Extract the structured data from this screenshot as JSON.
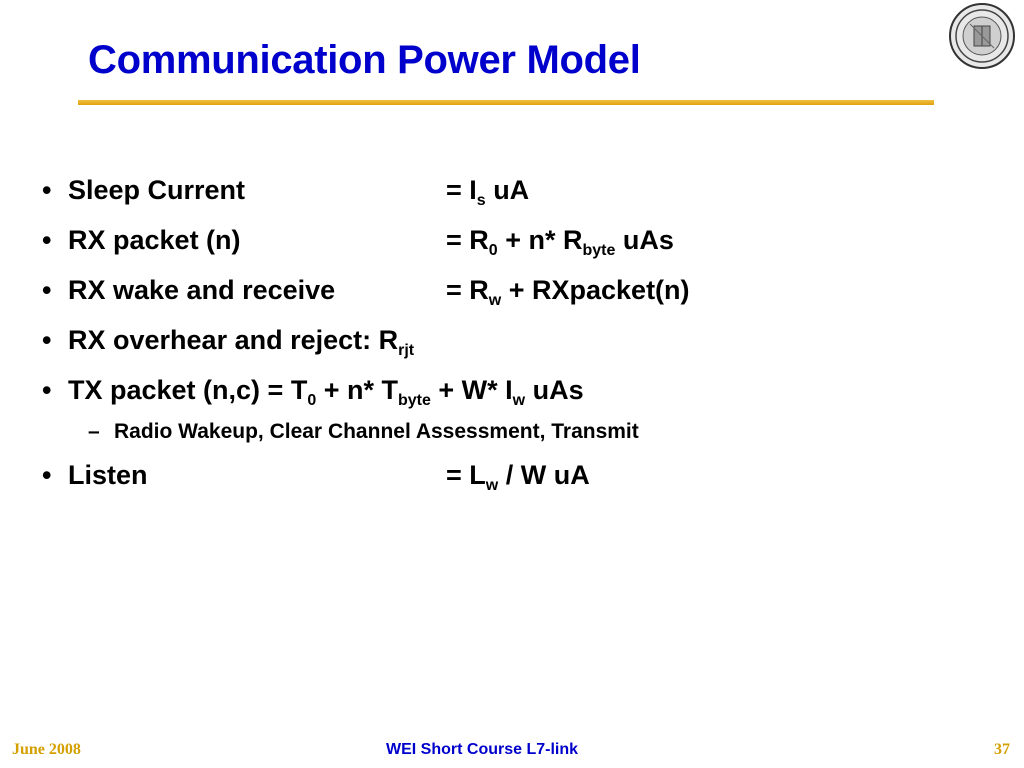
{
  "slide": {
    "title": "Communication Power Model",
    "bullet_glyph": "•",
    "dash_glyph": "–",
    "bullets": [
      {
        "label": "Sleep Current",
        "value_parts": [
          "= I",
          "s",
          " uA"
        ]
      },
      {
        "label": "RX packet (n)",
        "value_parts": [
          "= R",
          "0",
          " + n* R",
          "byte",
          " uAs"
        ]
      },
      {
        "label": "RX wake and receive",
        "value_parts": [
          "= R",
          "w",
          " + RXpacket(n)"
        ]
      },
      {
        "label": "RX overhear and reject: R",
        "sub": "rjt"
      },
      {
        "label": "TX packet (n,c) = T",
        "parts": [
          "0",
          " + n* T",
          "byte",
          " + W* I",
          "w",
          " uAs"
        ]
      },
      {
        "label": "Listen",
        "value_parts": [
          "= L",
          "w",
          " / W uA"
        ]
      }
    ],
    "sub_bullet": "Radio Wakeup, Clear Channel Assessment, Transmit"
  },
  "footer": {
    "date": "June 2008",
    "course": "WEI Short Course L7-link",
    "page": "37"
  },
  "colors": {
    "title": "#0000cc",
    "rule": "#e8b020",
    "footer_accent": "#d4a000"
  },
  "icons": {
    "seal": "university-seal-icon"
  }
}
